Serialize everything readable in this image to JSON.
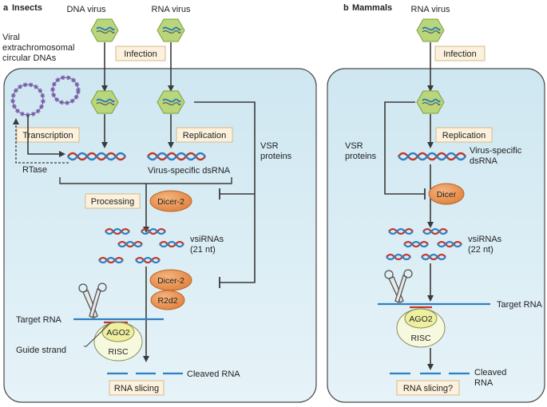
{
  "panels": {
    "a": {
      "letter": "a",
      "title": "Insects",
      "dna_virus": "DNA virus",
      "rna_virus": "RNA virus",
      "circular_dna_line1": "Viral",
      "circular_dna_line2": "extrachromosomal",
      "circular_dna_line3": "circular DNAs",
      "infection": "Infection",
      "transcription": "Transcription",
      "replication": "Replication",
      "vsr_line1": "VSR",
      "vsr_line2": "proteins",
      "rtase": "RTase",
      "dsrna": "Virus-specific dsRNA",
      "processing": "Processing",
      "dicer": "Dicer-2",
      "vsirnas_line1": "vsiRNAs",
      "vsirnas_line2": "(21 nt)",
      "dicer_lower": "Dicer-2",
      "r2d2": "R2d2",
      "target_rna": "Target RNA",
      "ago2": "AGO2",
      "risc": "RISC",
      "guide_strand": "Guide strand",
      "cleaved_rna": "Cleaved RNA",
      "rna_slicing": "RNA slicing"
    },
    "b": {
      "letter": "b",
      "title": "Mammals",
      "rna_virus": "RNA virus",
      "infection": "Infection",
      "replication": "Replication",
      "vsr_line1": "VSR",
      "vsr_line2": "proteins",
      "dsrna_line1": "Virus-specific",
      "dsrna_line2": "dsRNA",
      "dicer": "Dicer",
      "vsirnas_line1": "vsiRNAs",
      "vsirnas_line2": "(22 nt)",
      "target_rna": "Target RNA",
      "ago2": "AGO2",
      "risc": "RISC",
      "cleaved_line1": "Cleaved",
      "cleaved_line2": "RNA",
      "rna_slicing": "RNA slicing?"
    }
  },
  "colors": {
    "cell_fill": "#dbeef6",
    "cell_stroke": "#4a4a4a",
    "virus_fill": "#b9d77a",
    "label_box_fill": "#fcf1dd",
    "label_box_stroke": "#d6b98a",
    "enzyme_fill": "#ee9a55",
    "ago_fill": "#eef0a0",
    "risc_fill": "#f7f9de",
    "rna_red": "#c0392b",
    "rna_blue": "#2f7fc1",
    "line": "#3a3a3a",
    "circle_dna": "#8e76b8"
  }
}
